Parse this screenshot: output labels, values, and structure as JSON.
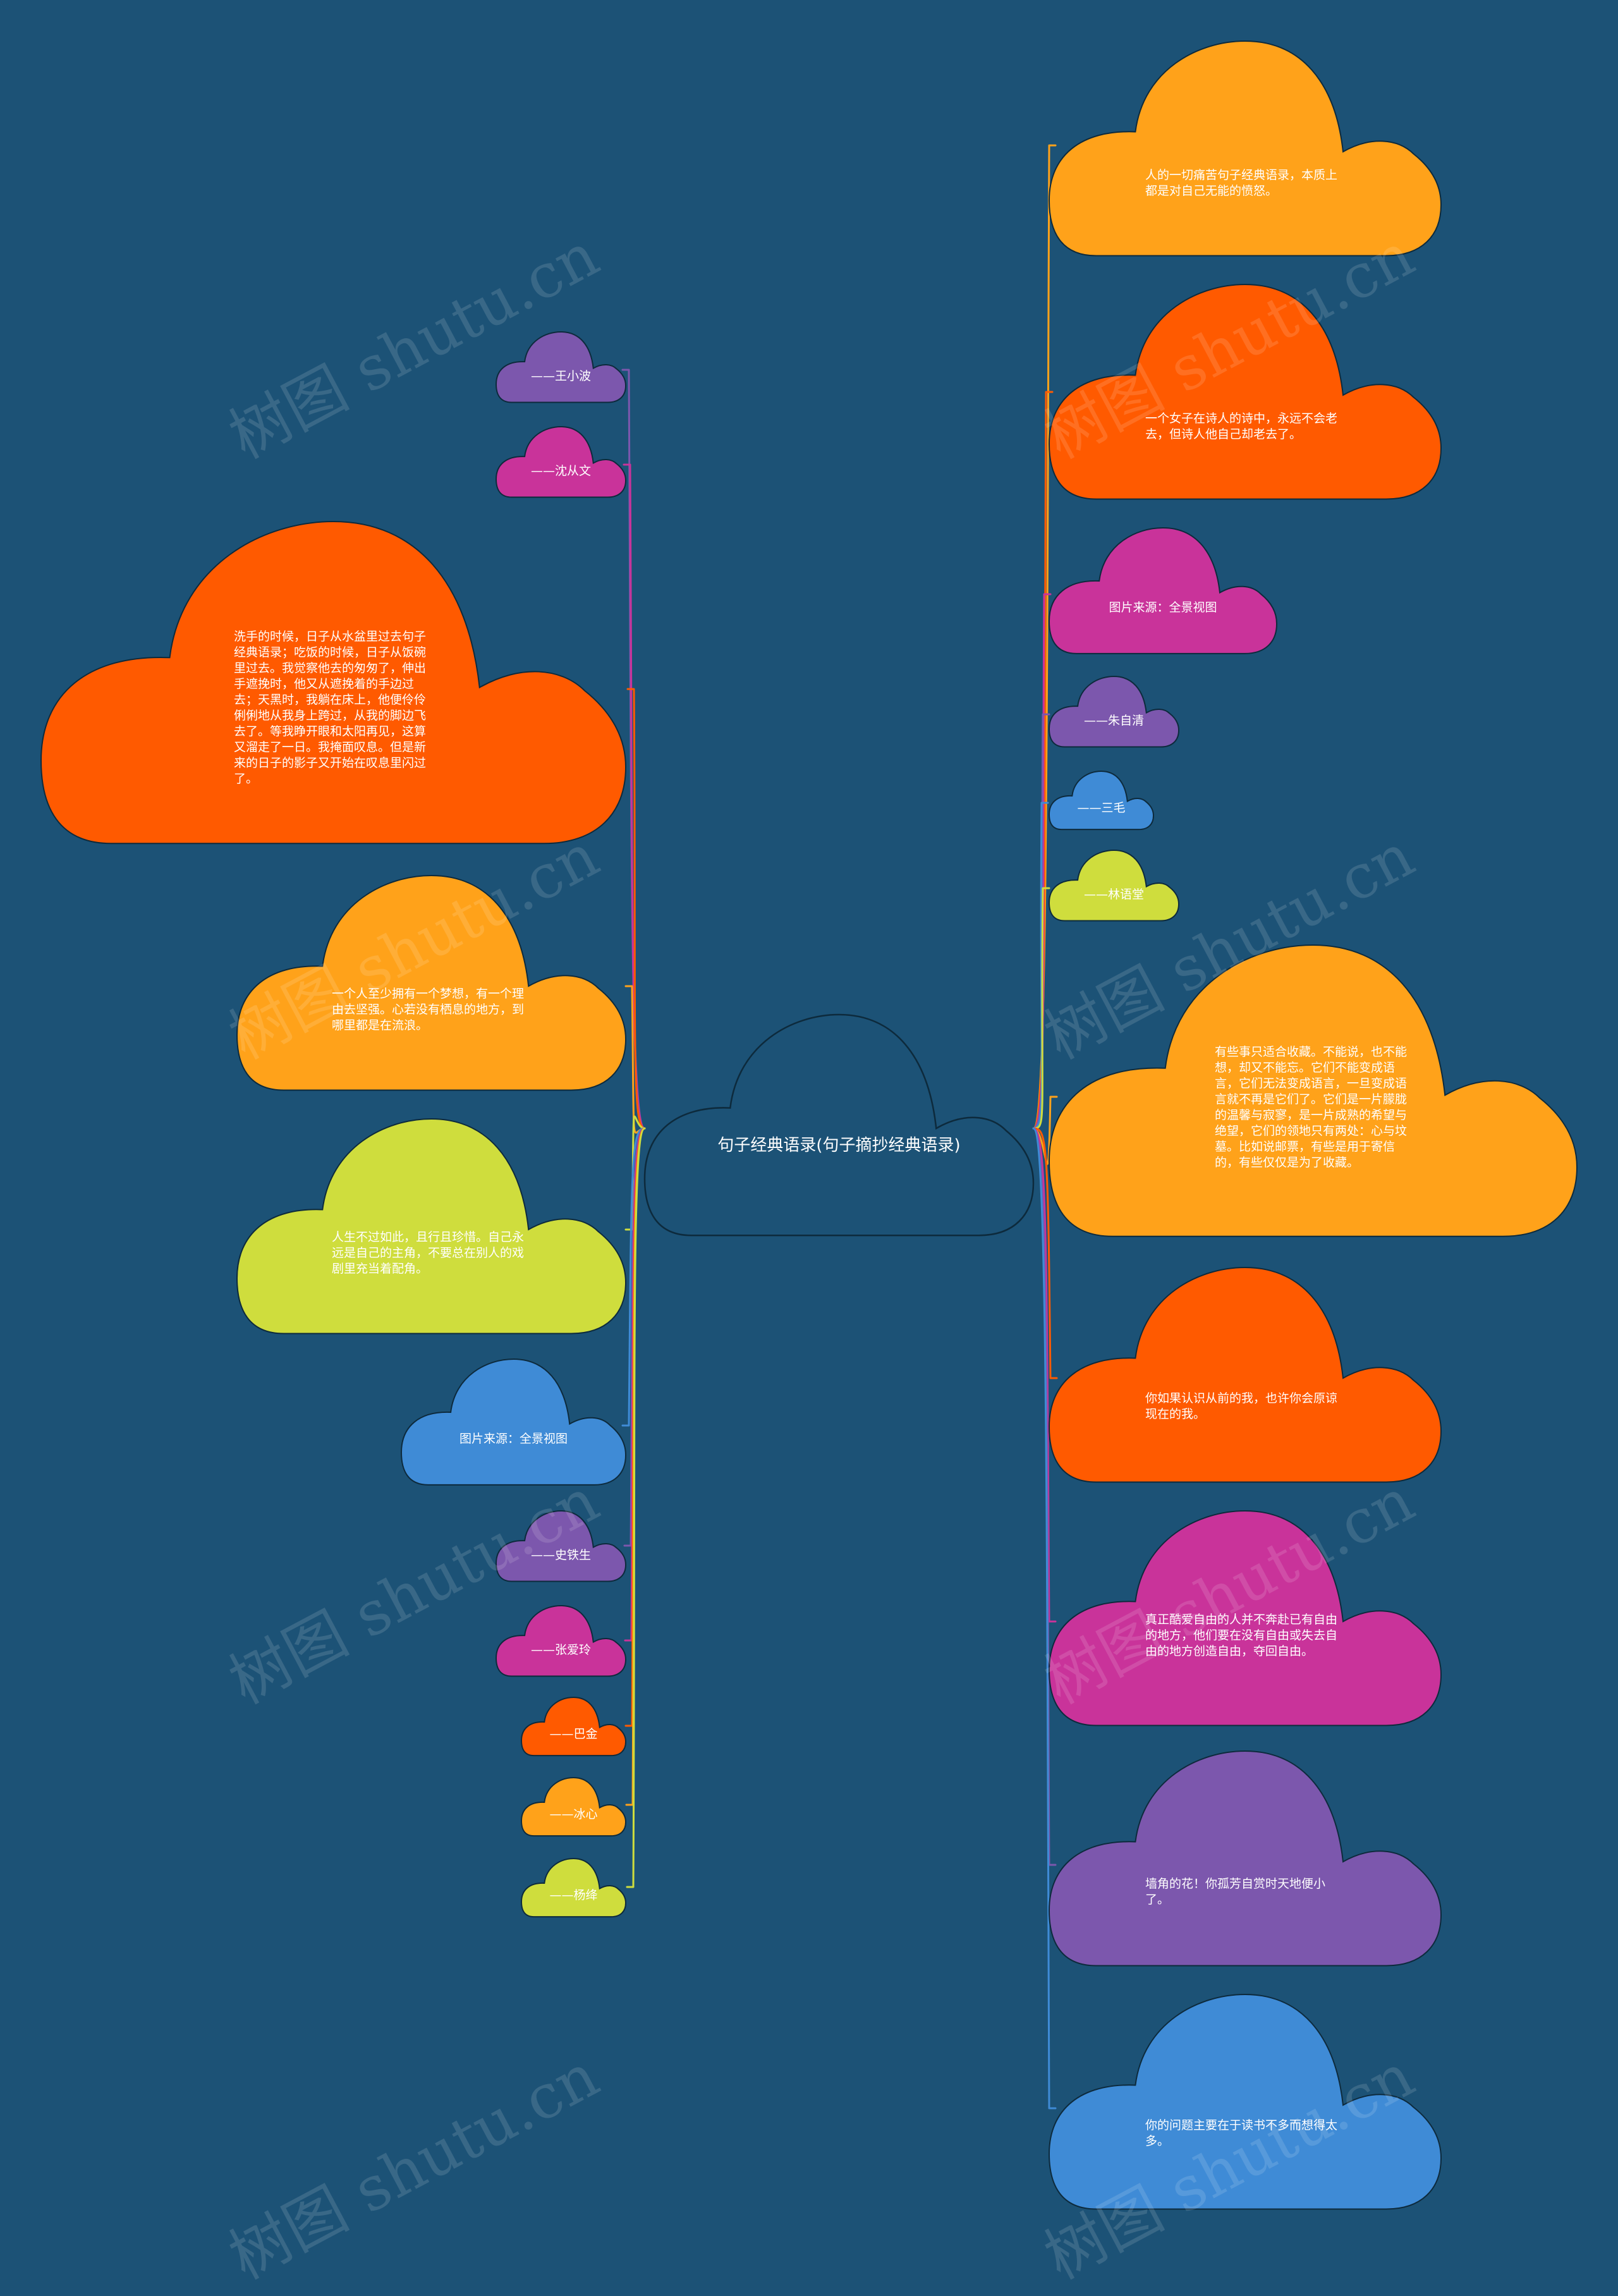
{
  "center": {
    "text": "句子经典语录(句子摘抄经典语录)",
    "color": "#1c5276"
  },
  "watermark": "树图 shutu.cn",
  "colors": {
    "background": "#1c5276",
    "purple": "#7c57ad",
    "magenta": "#c9339a",
    "orange_red": "#ff5a00",
    "orange": "#ffa21a",
    "yellow_green": "#cfdd3d",
    "blue": "#3f8bd6"
  },
  "left_nodes": [
    {
      "id": "l1",
      "text": "——王小波",
      "color": "#7c57ad"
    },
    {
      "id": "l2",
      "text": "——沈从文",
      "color": "#c9339a"
    },
    {
      "id": "l3",
      "text": "洗手的时候，日子从水盆里过去句子经典语录；吃饭的时候，日子从饭碗里过去。我觉察他去的匆匆了，伸出手遮挽时，他又从遮挽着的手边过去；天黑时，我躺在床上，他便伶伶俐俐地从我身上跨过，从我的脚边飞去了。等我睁开眼和太阳再见，这算又溜走了一日。我掩面叹息。但是新来的日子的影子又开始在叹息里闪过了。",
      "color": "#ff5a00"
    },
    {
      "id": "l4",
      "text": "一个人至少拥有一个梦想，有一个理由去坚强。心若没有栖息的地方，到哪里都是在流浪。",
      "color": "#ffa21a"
    },
    {
      "id": "l5",
      "text": "人生不过如此，且行且珍惜。自己永远是自己的主角，不要总在别人的戏剧里充当着配角。",
      "color": "#cfdd3d"
    },
    {
      "id": "l6",
      "text": "图片来源：全景视图",
      "color": "#3f8bd6"
    },
    {
      "id": "l7",
      "text": "——史铁生",
      "color": "#7c57ad"
    },
    {
      "id": "l8",
      "text": "——张爱玲",
      "color": "#c9339a"
    },
    {
      "id": "l9",
      "text": "——巴金",
      "color": "#ff5a00"
    },
    {
      "id": "l10",
      "text": "——冰心",
      "color": "#ffa21a"
    },
    {
      "id": "l11",
      "text": "——杨绛",
      "color": "#cfdd3d"
    }
  ],
  "right_nodes": [
    {
      "id": "r1",
      "text": "人的一切痛苦句子经典语录，本质上都是对自己无能的愤怒。",
      "color": "#ffa21a"
    },
    {
      "id": "r2",
      "text": "一个女子在诗人的诗中，永远不会老去，但诗人他自己却老去了。",
      "color": "#ff5a00"
    },
    {
      "id": "r3",
      "text": "图片来源：全景视图",
      "color": "#c9339a"
    },
    {
      "id": "r4",
      "text": "——朱自清",
      "color": "#7c57ad"
    },
    {
      "id": "r5",
      "text": "——三毛",
      "color": "#3f8bd6"
    },
    {
      "id": "r6",
      "text": "——林语堂",
      "color": "#cfdd3d"
    },
    {
      "id": "r7",
      "text": "有些事只适合收藏。不能说，也不能想，却又不能忘。它们不能变成语言，它们无法变成语言，一旦变成语言就不再是它们了。它们是一片朦胧的温馨与寂寥，是一片成熟的希望与绝望，它们的领地只有两处：心与坟墓。比如说邮票，有些是用于寄信的，有些仅仅是为了收藏。",
      "color": "#ffa21a"
    },
    {
      "id": "r8",
      "text": "你如果认识从前的我，也许你会原谅现在的我。",
      "color": "#ff5a00"
    },
    {
      "id": "r9",
      "text": "真正酷爱自由的人并不奔赴已有自由的地方，他们要在没有自由或失去自由的地方创造自由，夺回自由。",
      "color": "#c9339a"
    },
    {
      "id": "r10",
      "text": "墙角的花！你孤芳自赏时天地便小了。",
      "color": "#7c57ad"
    },
    {
      "id": "r11",
      "text": "你的问题主要在于读书不多而想得太多。",
      "color": "#3f8bd6"
    }
  ]
}
